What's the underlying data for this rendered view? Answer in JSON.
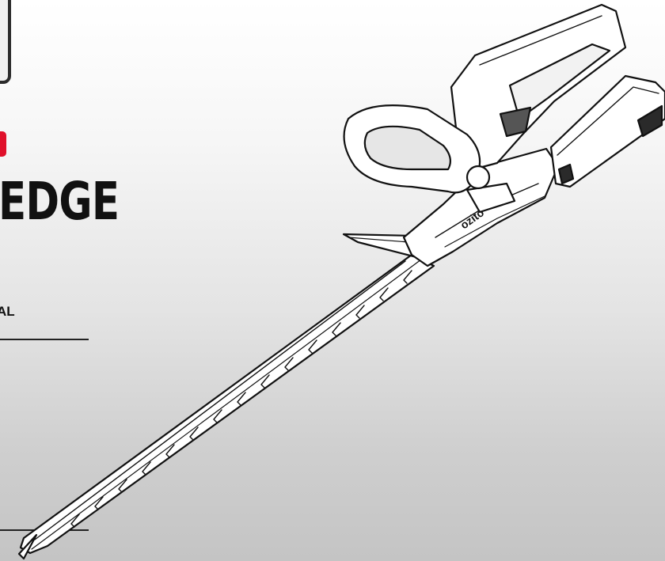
{
  "cover": {
    "title_line_1": "EDGE",
    "title_line_2": "T",
    "subtitle": "AL"
  },
  "product": {
    "brand_logo": "ozito"
  },
  "colors": {
    "brand_red": "#e0102a",
    "ink": "#111111",
    "background_top": "#ffffff",
    "background_bottom": "#c4c4c4"
  }
}
